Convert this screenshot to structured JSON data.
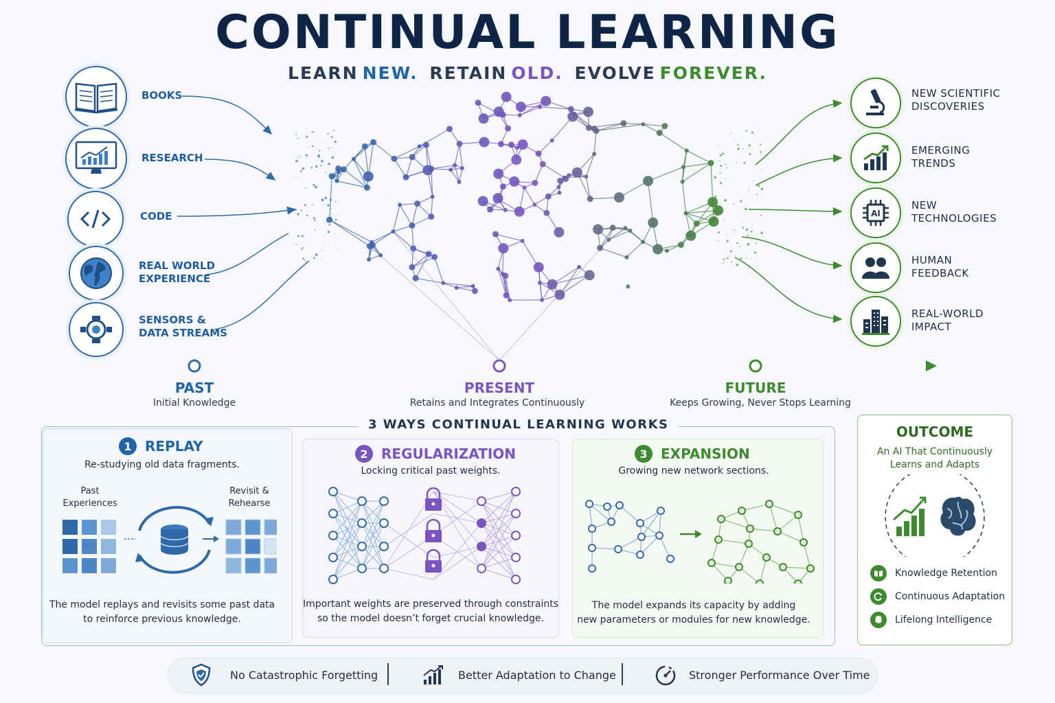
{
  "title": "CONTINUAL LEARNING",
  "tagline": {
    "w1": "LEARN",
    "w2": "NEW.",
    "w3": "RETAIN",
    "w4": "OLD.",
    "w5": "EVOLVE",
    "w6": "FOREVER."
  },
  "inputs": [
    {
      "line1": "BOOKS",
      "line2": "",
      "icon": "book-icon"
    },
    {
      "line1": "RESEARCH",
      "line2": "",
      "icon": "monitor-chart-icon"
    },
    {
      "line1": "CODE",
      "line2": "",
      "icon": "code-icon"
    },
    {
      "line1": "REAL WORLD",
      "line2": "EXPERIENCE",
      "icon": "globe-icon"
    },
    {
      "line1": "SENSORS &",
      "line2": "DATA STREAMS",
      "icon": "sensor-icon"
    }
  ],
  "outputs": [
    {
      "line1": "NEW SCIENTIFIC",
      "line2": "DISCOVERIES",
      "icon": "microscope-icon"
    },
    {
      "line1": "EMERGING",
      "line2": "TRENDS",
      "icon": "growth-chart-icon"
    },
    {
      "line1": "NEW",
      "line2": "TECHNOLOGIES",
      "icon": "ai-chip-icon"
    },
    {
      "line1": "HUMAN",
      "line2": "FEEDBACK",
      "icon": "people-icon"
    },
    {
      "line1": "REAL-WORLD",
      "line2": "IMPACT",
      "icon": "city-icon"
    }
  ],
  "timeline": {
    "past": {
      "label": "PAST",
      "sub": "Initial Knowledge"
    },
    "present": {
      "label": "PRESENT",
      "sub": "Retains and Integrates Continuously"
    },
    "future": {
      "label": "FUTURE",
      "sub": "Keeps Growing, Never Stops Learning"
    }
  },
  "ways_header": "3 WAYS CONTINUAL LEARNING WORKS",
  "methods": {
    "replay": {
      "num": "1",
      "title": "REPLAY",
      "sub": "Re-studying old data fragments.",
      "left_label_1": "Past",
      "left_label_2": "Experiences",
      "right_label_1": "Revisit &",
      "right_label_2": "Rehearse",
      "desc_1": "The model replays and revisits some past data",
      "desc_2": "to reinforce previous knowledge."
    },
    "regularization": {
      "num": "2",
      "title": "REGULARIZATION",
      "sub": "Locking critical past weights.",
      "desc_1": "Important weights are preserved through constraints",
      "desc_2": "so the model doesn’t forget crucial knowledge."
    },
    "expansion": {
      "num": "3",
      "title": "EXPANSION",
      "sub": "Growing new network sections.",
      "desc_1": "The model expands its capacity by adding",
      "desc_2": "new parameters or modules for new knowledge."
    }
  },
  "outcome": {
    "title": "OUTCOME",
    "sub_1": "An AI That Continuously",
    "sub_2": "Learns and Adapts",
    "items": [
      "Knowledge Retention",
      "Continuous Adaptation",
      "Lifelong Intelligence"
    ]
  },
  "benefits": [
    "No Catastrophic Forgetting",
    "Better Adaptation to Change",
    "Stronger Performance Over Time"
  ],
  "colors": {
    "blue": "#1f64a8",
    "purple": "#7a55c2",
    "green": "#3d8a2f",
    "navy": "#0f2547"
  }
}
